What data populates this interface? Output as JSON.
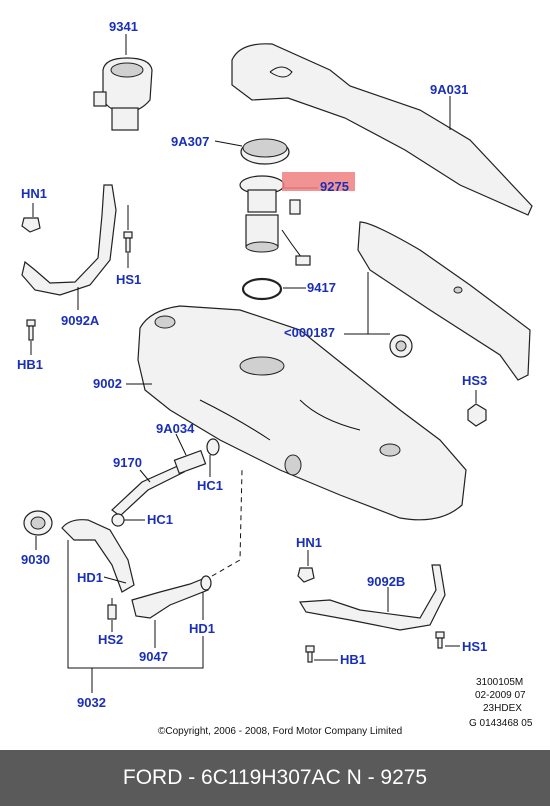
{
  "labels": {
    "p9341": "9341",
    "p9a031": "9A031",
    "p9a307": "9A307",
    "p9275": "9275",
    "phn1_top": "HN1",
    "phs1_top": "HS1",
    "p9092a": "9092A",
    "phb1_top": "HB1",
    "p9417": "9417",
    "p000187": "<000187",
    "p9002": "9002",
    "phs3": "HS3",
    "p9a034": "9A034",
    "p9170": "9170",
    "phc1_a": "HC1",
    "phc1_b": "HC1",
    "p9030": "9030",
    "phd1_a": "HD1",
    "phs2": "HS2",
    "p9047": "9047",
    "phd1_b": "HD1",
    "p9032": "9032",
    "phn1_bot": "HN1",
    "p9092b": "9092B",
    "phs1_bot": "HS1",
    "phb1_bot": "HB1"
  },
  "meta": {
    "line1": "3100105M",
    "line2": "02-2009 07",
    "line3": "23HDEX",
    "line4": "G 0143468 05",
    "copyright": "©Copyright, 2006 - 2008, Ford Motor Company Limited"
  },
  "highlight": {
    "color": "#f08080",
    "part": "9275"
  },
  "footer": {
    "text": "FORD - 6C119H307AC     N - 9275",
    "background": "#5a5a5a"
  },
  "colors": {
    "label": "#1a2fb8"
  }
}
